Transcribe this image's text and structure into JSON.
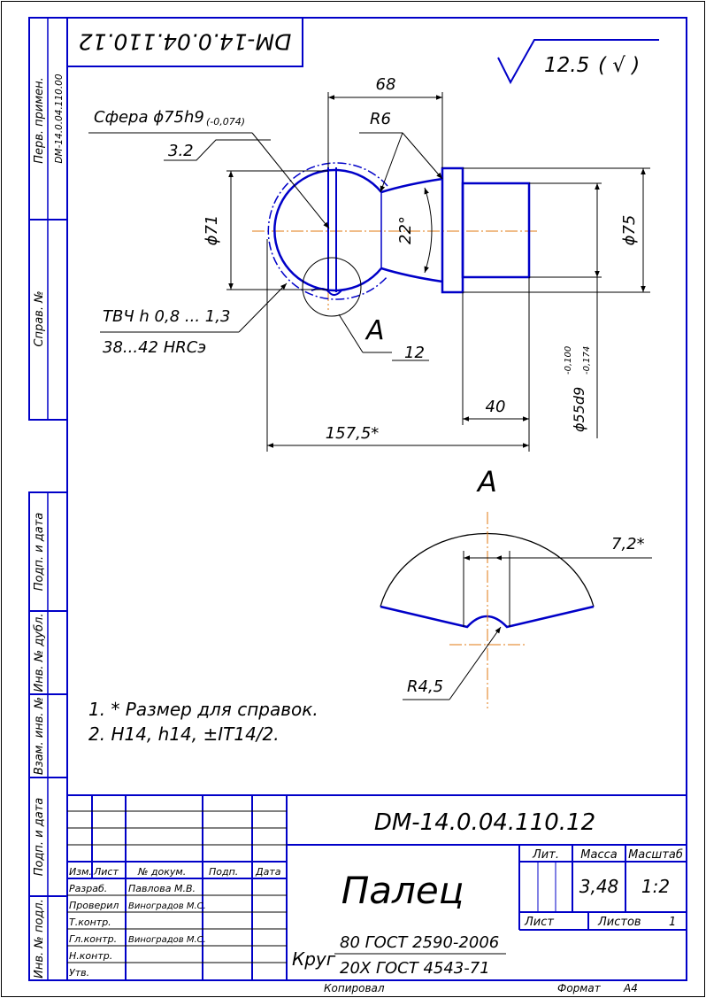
{
  "stamp": {
    "code_mirrored": "DM-14.0.04.110.12"
  },
  "margin": {
    "perv_primen_label": "Перв. примен.",
    "perv_primen_value": "DM-14.0.04.110.00",
    "sprav_label": "Справ. №",
    "podp_data_label": "Подп. и дата",
    "inv_dubl_label": "Инв. № дубл.",
    "vzam_inv_label": "Взам. инв. №",
    "inv_podl_label": "Инв. № подл."
  },
  "roughness": {
    "value": "12.5",
    "suffix": "( √ )"
  },
  "dimensions": {
    "d68": "68",
    "r6": "R6",
    "sphere": "Сфера ϕ75h9",
    "sphere_tol": "(-0,074)",
    "r32": "3.2",
    "d71": "ϕ71",
    "angle22": "22°",
    "d75": "ϕ75",
    "tvch_1": "ТВЧ h 0,8 ... 1,3",
    "tvch_2": "38...42 HRCэ",
    "view_a_label": "А",
    "d12": "12",
    "d40": "40",
    "d157": "157,5*",
    "d55": "ϕ55d9",
    "d55_tol_upper": "-0,100",
    "d55_tol_lower": "-0,174",
    "view_a_title": "А",
    "d72": "7,2*",
    "r45": "R4,5"
  },
  "notes": [
    "1. * Размер для справок.",
    "2. H14, h14, ±IT14/2."
  ],
  "title_block": {
    "doc_code": "DM-14.0.04.110.12",
    "name": "Палец",
    "material_prefix": "Круг",
    "material_top": "80 ГОСТ 2590-2006",
    "material_bottom": "20Х ГОСТ 4543-71",
    "col_izm": "Изм.",
    "col_list": "Лист",
    "col_docum": "№ докум.",
    "col_podp": "Подп.",
    "col_data": "Дата",
    "row_razrab": "Разраб.",
    "row_razrab_name": "Павлова М.В.",
    "row_prover": "Проверил",
    "row_prover_name": "Виноградов М.С.",
    "row_tkontr": "Т.контр.",
    "row_glkontr": "Гл.контр.",
    "row_glkontr_name": "Виноградов М.С.",
    "row_nkontr": "Н.контр.",
    "row_utv": "Утв.",
    "lit_label": "Лит.",
    "massa_label": "Масса",
    "masshtab_label": "Масштаб",
    "massa_value": "3,48",
    "masshtab_value": "1:2",
    "list_label": "Лист",
    "listov_label": "Листов",
    "listov_value": "1",
    "kopiroval": "Копировал",
    "format_label": "Формат",
    "format_value": "А4"
  }
}
